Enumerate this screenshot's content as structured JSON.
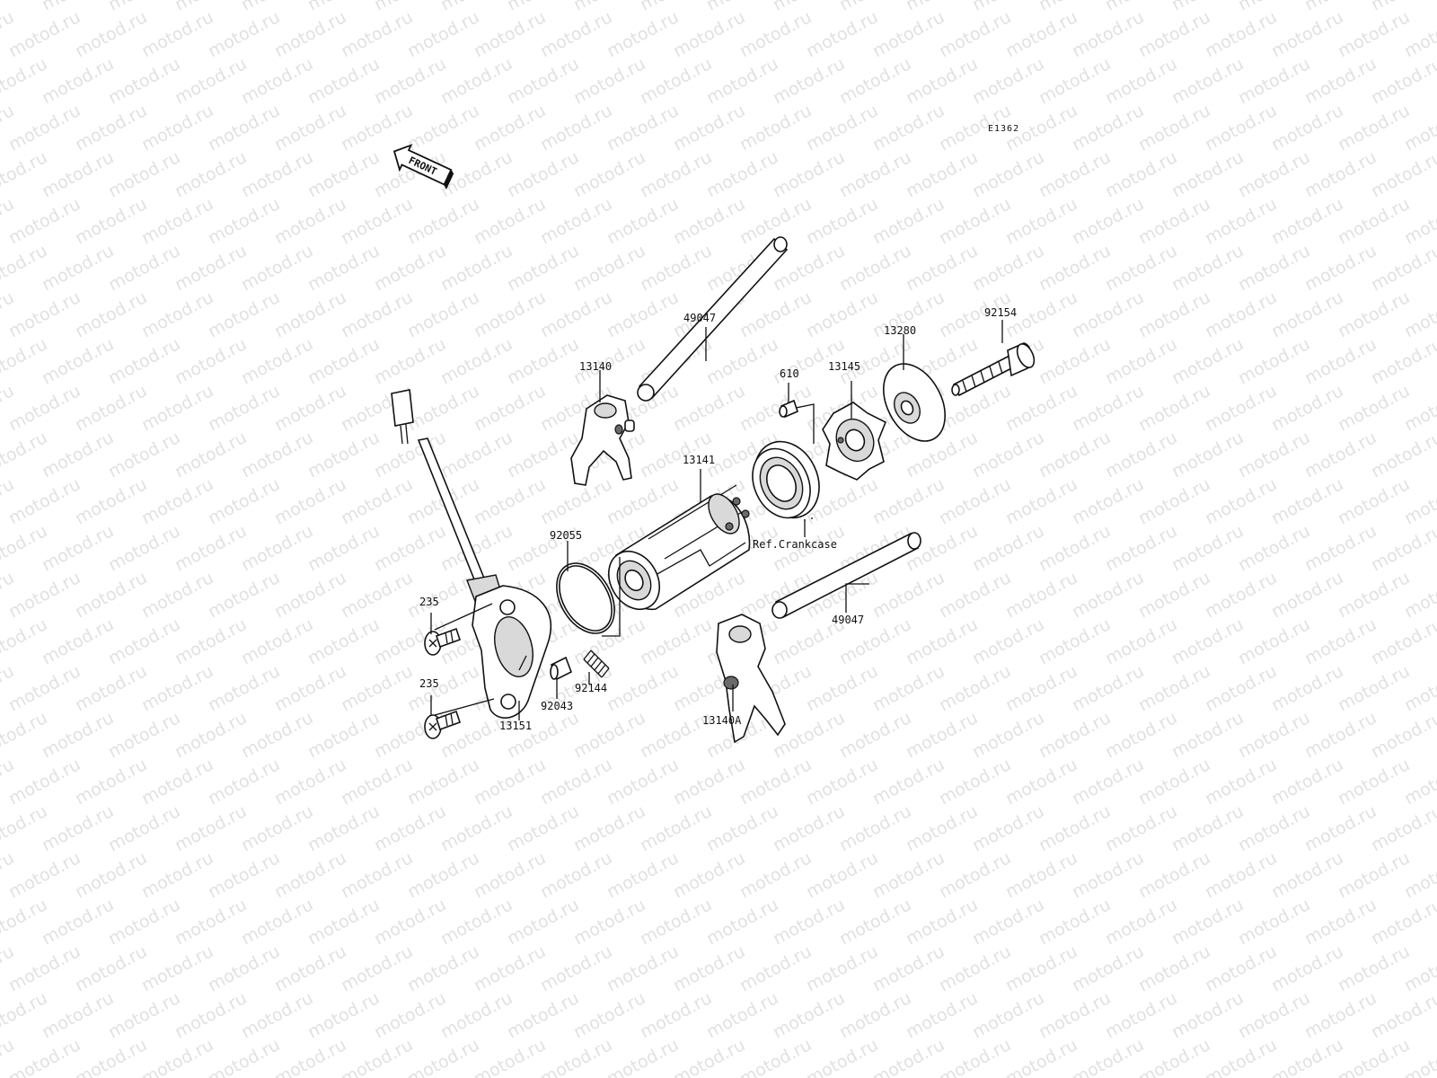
{
  "watermark": {
    "text": "motod.ru",
    "color": "#e1e1e1"
  },
  "diagram_code": "E1362",
  "front_arrow": {
    "text": "FRONT",
    "icon": "front-arrow-icon"
  },
  "labels": {
    "shaft_upper": "49047",
    "shaft_lower": "49047",
    "fork_upper": "13140",
    "fork_lower": "13140A",
    "drum": "13141",
    "pin": "610",
    "pin_plate": "13145",
    "cam_plate": "13280",
    "bolt_right": "92154",
    "o_ring": "92055",
    "spring": "92144",
    "dowel": "92043",
    "screw_upper": "235",
    "screw_lower": "235",
    "sensor_holder": "13151",
    "ref_crankcase": "Ref.Crankcase"
  }
}
